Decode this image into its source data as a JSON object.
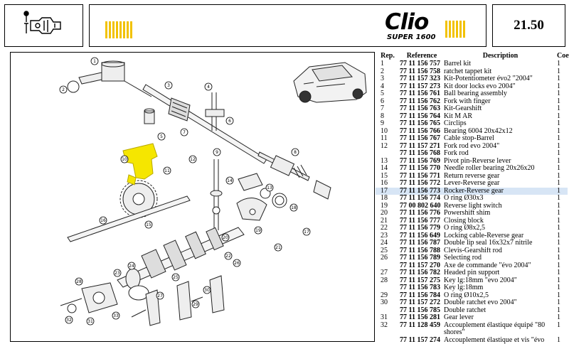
{
  "header": {
    "icon": "gearbox-icon",
    "brand": "Clio",
    "brand_sub": "SUPER 1600",
    "page": "21.50",
    "accent": "#f2c200"
  },
  "diagram": {
    "callouts": [
      "1",
      "2",
      "3",
      "4",
      "5",
      "6",
      "7",
      "8",
      "9",
      "10",
      "11",
      "12",
      "13",
      "14",
      "15",
      "16",
      "17",
      "18",
      "19",
      "20",
      "21",
      "22",
      "23",
      "24",
      "25",
      "26",
      "27",
      "28",
      "29",
      "30",
      "31",
      "32",
      "33"
    ],
    "highlight_color": "#f5e600"
  },
  "table": {
    "headers": {
      "rep": "Rep.",
      "ref": "Reference",
      "desc": "Description",
      "coef": "Coef"
    },
    "highlight_color": "#d7e5f5",
    "rows": [
      {
        "rep": "1",
        "ref": "77 11 156 757",
        "desc": "Barrel kit",
        "coef": "1"
      },
      {
        "rep": "2",
        "ref": "77 11 156 758",
        "desc": "ratchet tappet kit",
        "coef": "1"
      },
      {
        "rep": "3",
        "ref": "77 11 157 323",
        "desc": "Kit-Potentiometer évo2 \"2004\"",
        "coef": "1"
      },
      {
        "rep": "4",
        "ref": "77 11 157 273",
        "desc": "Kit door locks evo 2004\"",
        "coef": "1"
      },
      {
        "rep": "5",
        "ref": "77 11 156 761",
        "desc": "Ball bearing assembly",
        "coef": "1"
      },
      {
        "rep": "6",
        "ref": "77 11 156 762",
        "desc": "Fork with finger",
        "coef": "1"
      },
      {
        "rep": "7",
        "ref": "77 11 156 763",
        "desc": "Kit-Gearshift",
        "coef": "1"
      },
      {
        "rep": "8",
        "ref": "77 11 156 764",
        "desc": "Kit M AR",
        "coef": "1"
      },
      {
        "rep": "9",
        "ref": "77 11 156 765",
        "desc": "Circlips",
        "coef": "1"
      },
      {
        "rep": "10",
        "ref": "77 11 156 766",
        "desc": "Bearing 6004 20x42x12",
        "coef": "1"
      },
      {
        "rep": "11",
        "ref": "77 11 156 767",
        "desc": "Cable stop-Barrel",
        "coef": "1"
      },
      {
        "rep": "12",
        "ref": "77 11 157 271",
        "desc": "Fork rod evo 2004\"",
        "coef": "1"
      },
      {
        "rep": "",
        "ref": "77 11 156 768",
        "desc": "Fork rod",
        "coef": "1"
      },
      {
        "rep": "13",
        "ref": "77 11 156 769",
        "desc": "Pivot pin-Reverse lever",
        "coef": "1"
      },
      {
        "rep": "14",
        "ref": "77 11 156 770",
        "desc": "Needle roller bearing 20x26x20",
        "coef": "1"
      },
      {
        "rep": "15",
        "ref": "77 11 156 771",
        "desc": "Return reverse gear",
        "coef": "1"
      },
      {
        "rep": "16",
        "ref": "77 11 156 772",
        "desc": "Lever-Reverse gear",
        "coef": "1"
      },
      {
        "rep": "17",
        "ref": "77 11 156 773",
        "desc": "Rocker-Reverse gear",
        "coef": "1",
        "highlight": true
      },
      {
        "rep": "18",
        "ref": "77 11 156 774",
        "desc": "O ring Ø30x3",
        "coef": "1"
      },
      {
        "rep": "19",
        "ref": "77 00 802 640",
        "desc": "Reverse light switch",
        "coef": "1"
      },
      {
        "rep": "20",
        "ref": "77 11 156 776",
        "desc": "Powershift shim",
        "coef": "1"
      },
      {
        "rep": "21",
        "ref": "77 11 156 777",
        "desc": "Closing block",
        "coef": "1"
      },
      {
        "rep": "22",
        "ref": "77 11 156 779",
        "desc": "O ring Ø8x2,5",
        "coef": "1"
      },
      {
        "rep": "23",
        "ref": "77 11 156 649",
        "desc": "Locking cable-Reverse gear",
        "coef": "1"
      },
      {
        "rep": "24",
        "ref": "77 11 156 787",
        "desc": "Double lip seal 16x32x7 nitrile",
        "coef": "1"
      },
      {
        "rep": "25",
        "ref": "77 11 156 788",
        "desc": "Clevis-Gearshift rod",
        "coef": "1"
      },
      {
        "rep": "26",
        "ref": "77 11 156 789",
        "desc": "Selecting rod",
        "coef": "1"
      },
      {
        "rep": "",
        "ref": "77 11 157 270",
        "desc": "Axe de commande \"évo 2004\"",
        "coef": "1"
      },
      {
        "rep": "27",
        "ref": "77 11 156 782",
        "desc": "Headed pin support",
        "coef": "1"
      },
      {
        "rep": "28",
        "ref": "77 11 157 275",
        "desc": "Key lg:18mm \"evo 2004\"",
        "coef": "1"
      },
      {
        "rep": "",
        "ref": "77 11 156 783",
        "desc": "Key lg:18mm",
        "coef": "1"
      },
      {
        "rep": "29",
        "ref": "77 11 156 784",
        "desc": "O ring Ø10x2,5",
        "coef": "1"
      },
      {
        "rep": "30",
        "ref": "77 11 157 272",
        "desc": "Double ratchet evo 2004\"",
        "coef": "1"
      },
      {
        "rep": "",
        "ref": "77 11 156 785",
        "desc": "Double ratchet",
        "coef": "1"
      },
      {
        "rep": "31",
        "ref": "77 11 156 281",
        "desc": "Gear lever",
        "coef": "1"
      },
      {
        "rep": "32",
        "ref": "77 11 128 459",
        "desc": "Accouplement élastique équipé \"80 shores\"",
        "coef": "1"
      },
      {
        "rep": "",
        "ref": "77 11 157 274",
        "desc": "Accouplement élastique et vis \"évo",
        "coef": "1"
      }
    ]
  }
}
